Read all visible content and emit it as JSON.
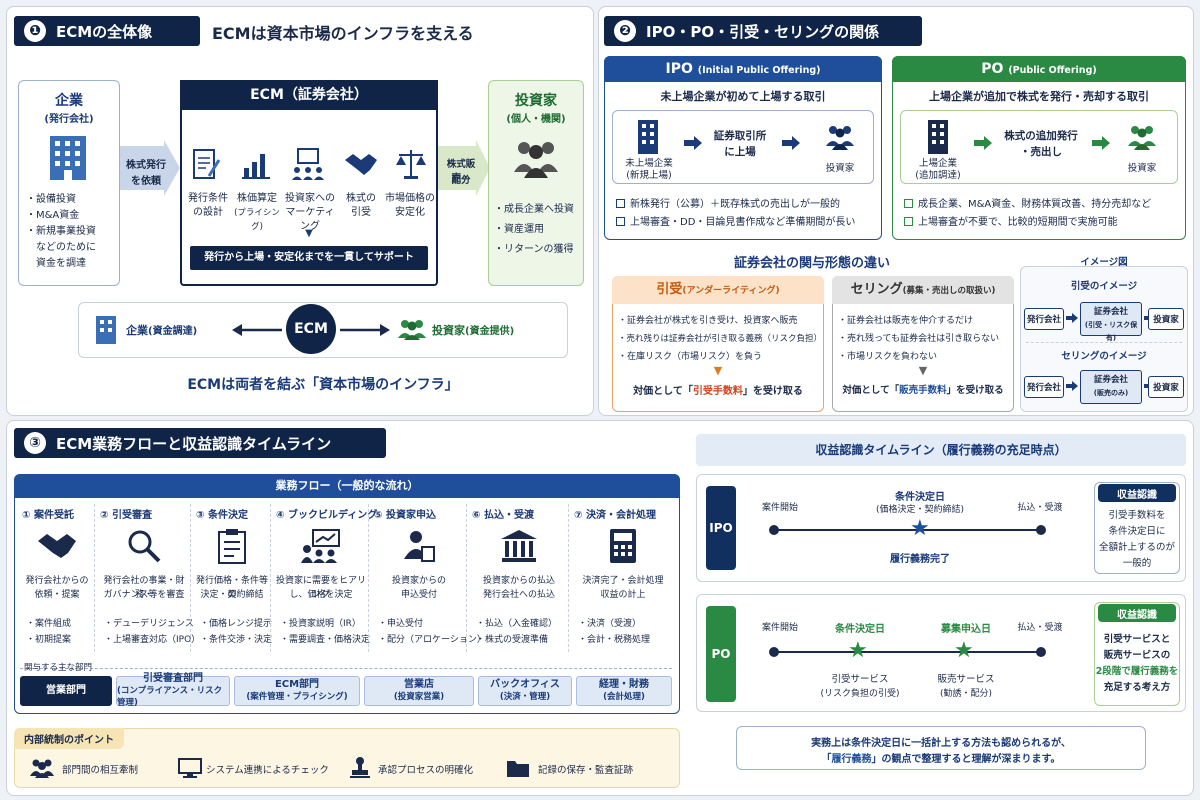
{
  "s1": {
    "num": "❶",
    "title": "ECMの全体像",
    "subtitle": "ECMは資本市場のインフラを支える",
    "company": {
      "title": "企業",
      "sub": "(発行会社)",
      "bullets": [
        "・設備投資",
        "・M&A資金",
        "・新規事業投資",
        "　などのために",
        "　資金を調達"
      ]
    },
    "arrow1": {
      "line1": "株式発行",
      "line2": "を依頼"
    },
    "ecm": {
      "title": "ECM（証券会社）",
      "items": [
        {
          "l1": "発行条件",
          "l2": "の設計",
          "icon": "document-pen-icon"
        },
        {
          "l1": "株価算定",
          "l2": "(プライシング)",
          "icon": "bar-chart-icon"
        },
        {
          "l1": "投資家への",
          "l2": "マーケティング",
          "icon": "presentation-icon"
        },
        {
          "l1": "株式の",
          "l2": "引受",
          "icon": "handshake-icon"
        },
        {
          "l1": "市場価格の",
          "l2": "安定化",
          "icon": "scale-icon"
        }
      ],
      "support": "発行から上場・安定化までを一貫してサポート"
    },
    "arrow2": {
      "line1": "株式販売・",
      "line2": "配分"
    },
    "investor": {
      "title": "投資家",
      "sub": "(個人・機関)",
      "bullets": [
        "・成長企業へ投資",
        "・資産運用",
        "・リターンの獲得"
      ]
    },
    "bridge": {
      "left": "企業",
      "left_sub": "(資金調達)",
      "center": "ECM",
      "right": "投資家",
      "right_sub": "(資金提供)",
      "caption": "ECMは両者を結ぶ「資本市場のインフラ」"
    }
  },
  "s2": {
    "num": "❷",
    "title": "IPO・PO・引受・セリングの関係",
    "ipo": {
      "title": "IPO",
      "title_sub": "(Initial Public Offering)",
      "desc": "未上場企業が初めて上場する取引",
      "left": "未上場企業",
      "left_sub": "(新規上場)",
      "mid": "証券取引所",
      "mid2": "に上場",
      "right": "投資家",
      "checks": [
        "新株発行（公募）＋既存株式の売出しが一般的",
        "上場審査・DD・目論見書作成など準備期間が長い"
      ]
    },
    "po": {
      "title": "PO",
      "title_sub": "(Public Offering)",
      "desc": "上場企業が追加で株式を発行・売却する取引",
      "left": "上場企業",
      "left_sub": "(追加調達)",
      "mid": "株式の追加発行",
      "mid2": "・売出し",
      "right": "投資家",
      "checks": [
        "成長企業、M&A資金、財務体質改善、持分売却など",
        "上場審査が不要で、比較的短期間で実施可能"
      ]
    },
    "diff_title": "証券会社の関与形態の違い",
    "hikiuke": {
      "title": "引受",
      "title_sub": "(アンダーライティング)",
      "bullets": [
        "・証券会社が株式を引き受け、投資家へ販売",
        "・売れ残りは証券会社が引き取る義務（リスク負担）",
        "・在庫リスク（市場リスク）を負う"
      ],
      "fee_pre": "対価として「",
      "fee": "引受手数料",
      "fee_post": "」を受け取る"
    },
    "selling": {
      "title": "セリング",
      "title_sub": "(募集・売出しの取扱い)",
      "bullets": [
        "・証券会社は販売を仲介するだけ",
        "・売れ残っても証券会社は引き取らない",
        "・市場リスクを負わない"
      ],
      "fee_pre": "対価として「",
      "fee": "販売手数料",
      "fee_post": "」を受け取る"
    },
    "image": {
      "title": "イメージ図",
      "h1": "引受のイメージ",
      "h2": "セリングのイメージ",
      "issuer": "発行会社",
      "sec1": "証券会社",
      "sec1_sub": "(引受・リスク保有)",
      "sec2": "証券会社",
      "sec2_sub": "(販売のみ)",
      "inv": "投資家"
    }
  },
  "s3": {
    "num": "③",
    "title": "ECM業務フローと収益認識タイムライン",
    "flow_title": "業務フロー（一般的な流れ）",
    "steps": [
      {
        "t": "① 案件受託",
        "icon": "handshake-icon",
        "d1": "発行会社からの",
        "d2": "依頼・提案",
        "b": [
          "・案件組成",
          "・初期提案"
        ]
      },
      {
        "t": "② 引受審査",
        "icon": "magnifier-icon",
        "d1": "発行会社の事業・財務・",
        "d2": "ガバナンス等を審査",
        "b": [
          "・デューデリジェンス",
          "・上場審査対応（IPO）"
        ]
      },
      {
        "t": "③ 条件決定",
        "icon": "clipboard-icon",
        "d1": "発行価格・条件等の",
        "d2": "決定・契約締結",
        "b": [
          "・価格レンジ提示",
          "・条件交渉・決定"
        ]
      },
      {
        "t": "④ ブックビルディング",
        "icon": "audience-icon",
        "d1": "投資家に需要をヒアリング",
        "d2": "し、価格を決定",
        "b": [
          "・投資家説明（IR）",
          "・需要調査・価格決定"
        ]
      },
      {
        "t": "⑤ 投資家申込",
        "icon": "applicant-icon",
        "d1": "投資家からの",
        "d2": "申込受付",
        "b": [
          "・申込受付",
          "・配分（アロケーション）"
        ]
      },
      {
        "t": "⑥ 払込・受渡",
        "icon": "bank-icon",
        "d1": "投資家からの払込",
        "d2": "発行会社への払込",
        "b": [
          "・払込（入金確認）",
          "・株式の受渡準備"
        ]
      },
      {
        "t": "⑦ 決済・会計処理",
        "icon": "calculator-icon",
        "d1": "決済完了・会計処理",
        "d2": "収益の計上",
        "b": [
          "・決済（受渡）",
          "・会計・税務処理"
        ]
      }
    ],
    "dept_label": "関与する主な部門",
    "depts": [
      {
        "n": "営業部門",
        "s": ""
      },
      {
        "n": "引受審査部門",
        "s": "(コンプライアンス・リスク管理)"
      },
      {
        "n": "ECM部門",
        "s": "(案件管理・プライシング)"
      },
      {
        "n": "営業店",
        "s": "(投資家営業)"
      },
      {
        "n": "バックオフィス",
        "s": "(決済・管理)"
      },
      {
        "n": "経理・財務",
        "s": "(会計処理)"
      }
    ],
    "control_title": "内部統制のポイント",
    "controls": [
      {
        "t": "部門間の相互牽制",
        "icon": "people-icon"
      },
      {
        "t": "システム連携によるチェック",
        "icon": "monitor-icon"
      },
      {
        "t": "承認プロセスの明確化",
        "icon": "stamp-icon"
      },
      {
        "t": "記録の保存・監査証跡",
        "icon": "folder-icon"
      }
    ],
    "tl_title": "収益認識タイムライン（履行義務の充足時点）",
    "tl_ipo": {
      "tag": "IPO",
      "start": "案件開始",
      "mid": "条件決定日",
      "mid_sub": "(価格決定・契約締結)",
      "end": "払込・受渡",
      "done": "履行義務完了",
      "rec_title": "収益認識",
      "rec": [
        "引受手数料を",
        "条件決定日に",
        "全額計上するのが",
        "一般的"
      ]
    },
    "tl_po": {
      "tag": "PO",
      "start": "案件開始",
      "mid": "条件決定日",
      "mid2": "募集申込日",
      "end": "払込・受渡",
      "s1": "引受サービス",
      "s1b": "(リスク負担の引受)",
      "s2": "販売サービス",
      "s2b": "(勧誘・配分)",
      "rec_title": "収益認識",
      "rec": [
        "引受サービスと",
        "販売サービスの",
        "2段階で履行義務を",
        "充足する考え方"
      ]
    },
    "note1": "実務上は条件決定日に一括計上する方法も認められるが、",
    "note2_pre": "「",
    "note2_hl": "履行義務",
    "note2_post": "」の観点で整理すると理解が深まります。"
  },
  "colors": {
    "navy": "#0f2447",
    "blue": "#1a3a78",
    "green": "#2a8a44",
    "orange": "#e07a1f"
  }
}
